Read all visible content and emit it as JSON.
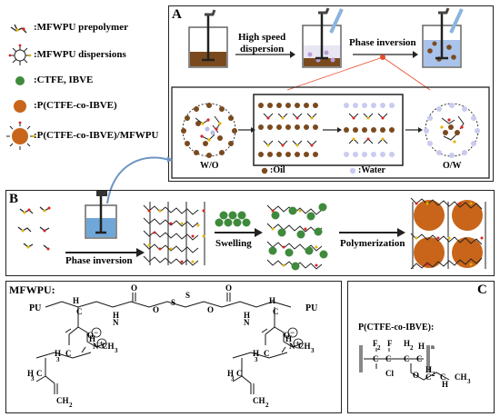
{
  "legend": {
    "items": [
      {
        "label": ":MFWPU prepolymer"
      },
      {
        "label": ":MFWPU dispersions"
      },
      {
        "label": ":CTFE, IBVE"
      },
      {
        "label": ":P(CTFE-co-IBVE)"
      },
      {
        "label": ":P(CTFE-co-IBVE)/MFWPU"
      }
    ]
  },
  "panelA": {
    "letter": "A",
    "step1": "High speed",
    "step1b": "dispersion",
    "step2": "Phase inversion",
    "wo": "W/O",
    "ow": "O/W",
    "oil": ":Oil",
    "water": ":Water"
  },
  "panelB": {
    "letter": "B",
    "phase": "Phase inversion",
    "swelling": "Swelling",
    "polymerization": "Polymerization"
  },
  "panelM": {
    "title": "MFWPU:",
    "pu": "PU"
  },
  "panelC": {
    "letter": "C",
    "title": "P(CTFE-co-IBVE):"
  },
  "colors": {
    "oil": "#7a4a1e",
    "water": "#c9cbef",
    "monomer": "#3f8a3c",
    "polymer": "#c8651a",
    "liquid": "#6fa7d8"
  }
}
